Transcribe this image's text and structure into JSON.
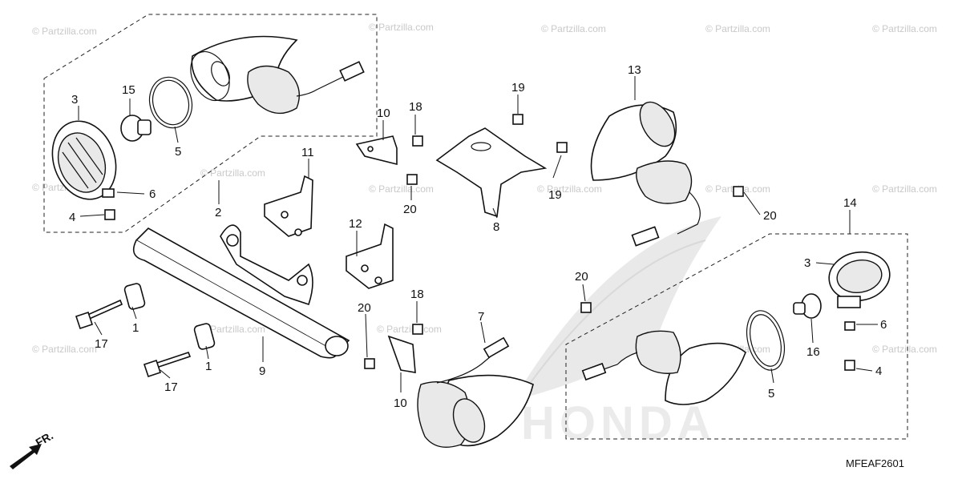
{
  "watermark": "© Partzilla.com",
  "diagram_code": "MFEAF2601",
  "direction_label": "FR.",
  "brand_watermark": "HONDA",
  "callouts": {
    "c1a": "1",
    "c1b": "1",
    "c2": "2",
    "c3a": "3",
    "c3b": "3",
    "c4a": "4",
    "c4b": "4",
    "c5a": "5",
    "c5b": "5",
    "c6a": "6",
    "c6b": "6",
    "c7": "7",
    "c8": "8",
    "c9": "9",
    "c10a": "10",
    "c10b": "10",
    "c11": "11",
    "c12": "12",
    "c13": "13",
    "c14": "14",
    "c15": "15",
    "c16": "16",
    "c17a": "17",
    "c17b": "17",
    "c18a": "18",
    "c18b": "18",
    "c19a": "19",
    "c19b": "19",
    "c20a": "20",
    "c20b": "20",
    "c20c": "20",
    "c20d": "20"
  }
}
